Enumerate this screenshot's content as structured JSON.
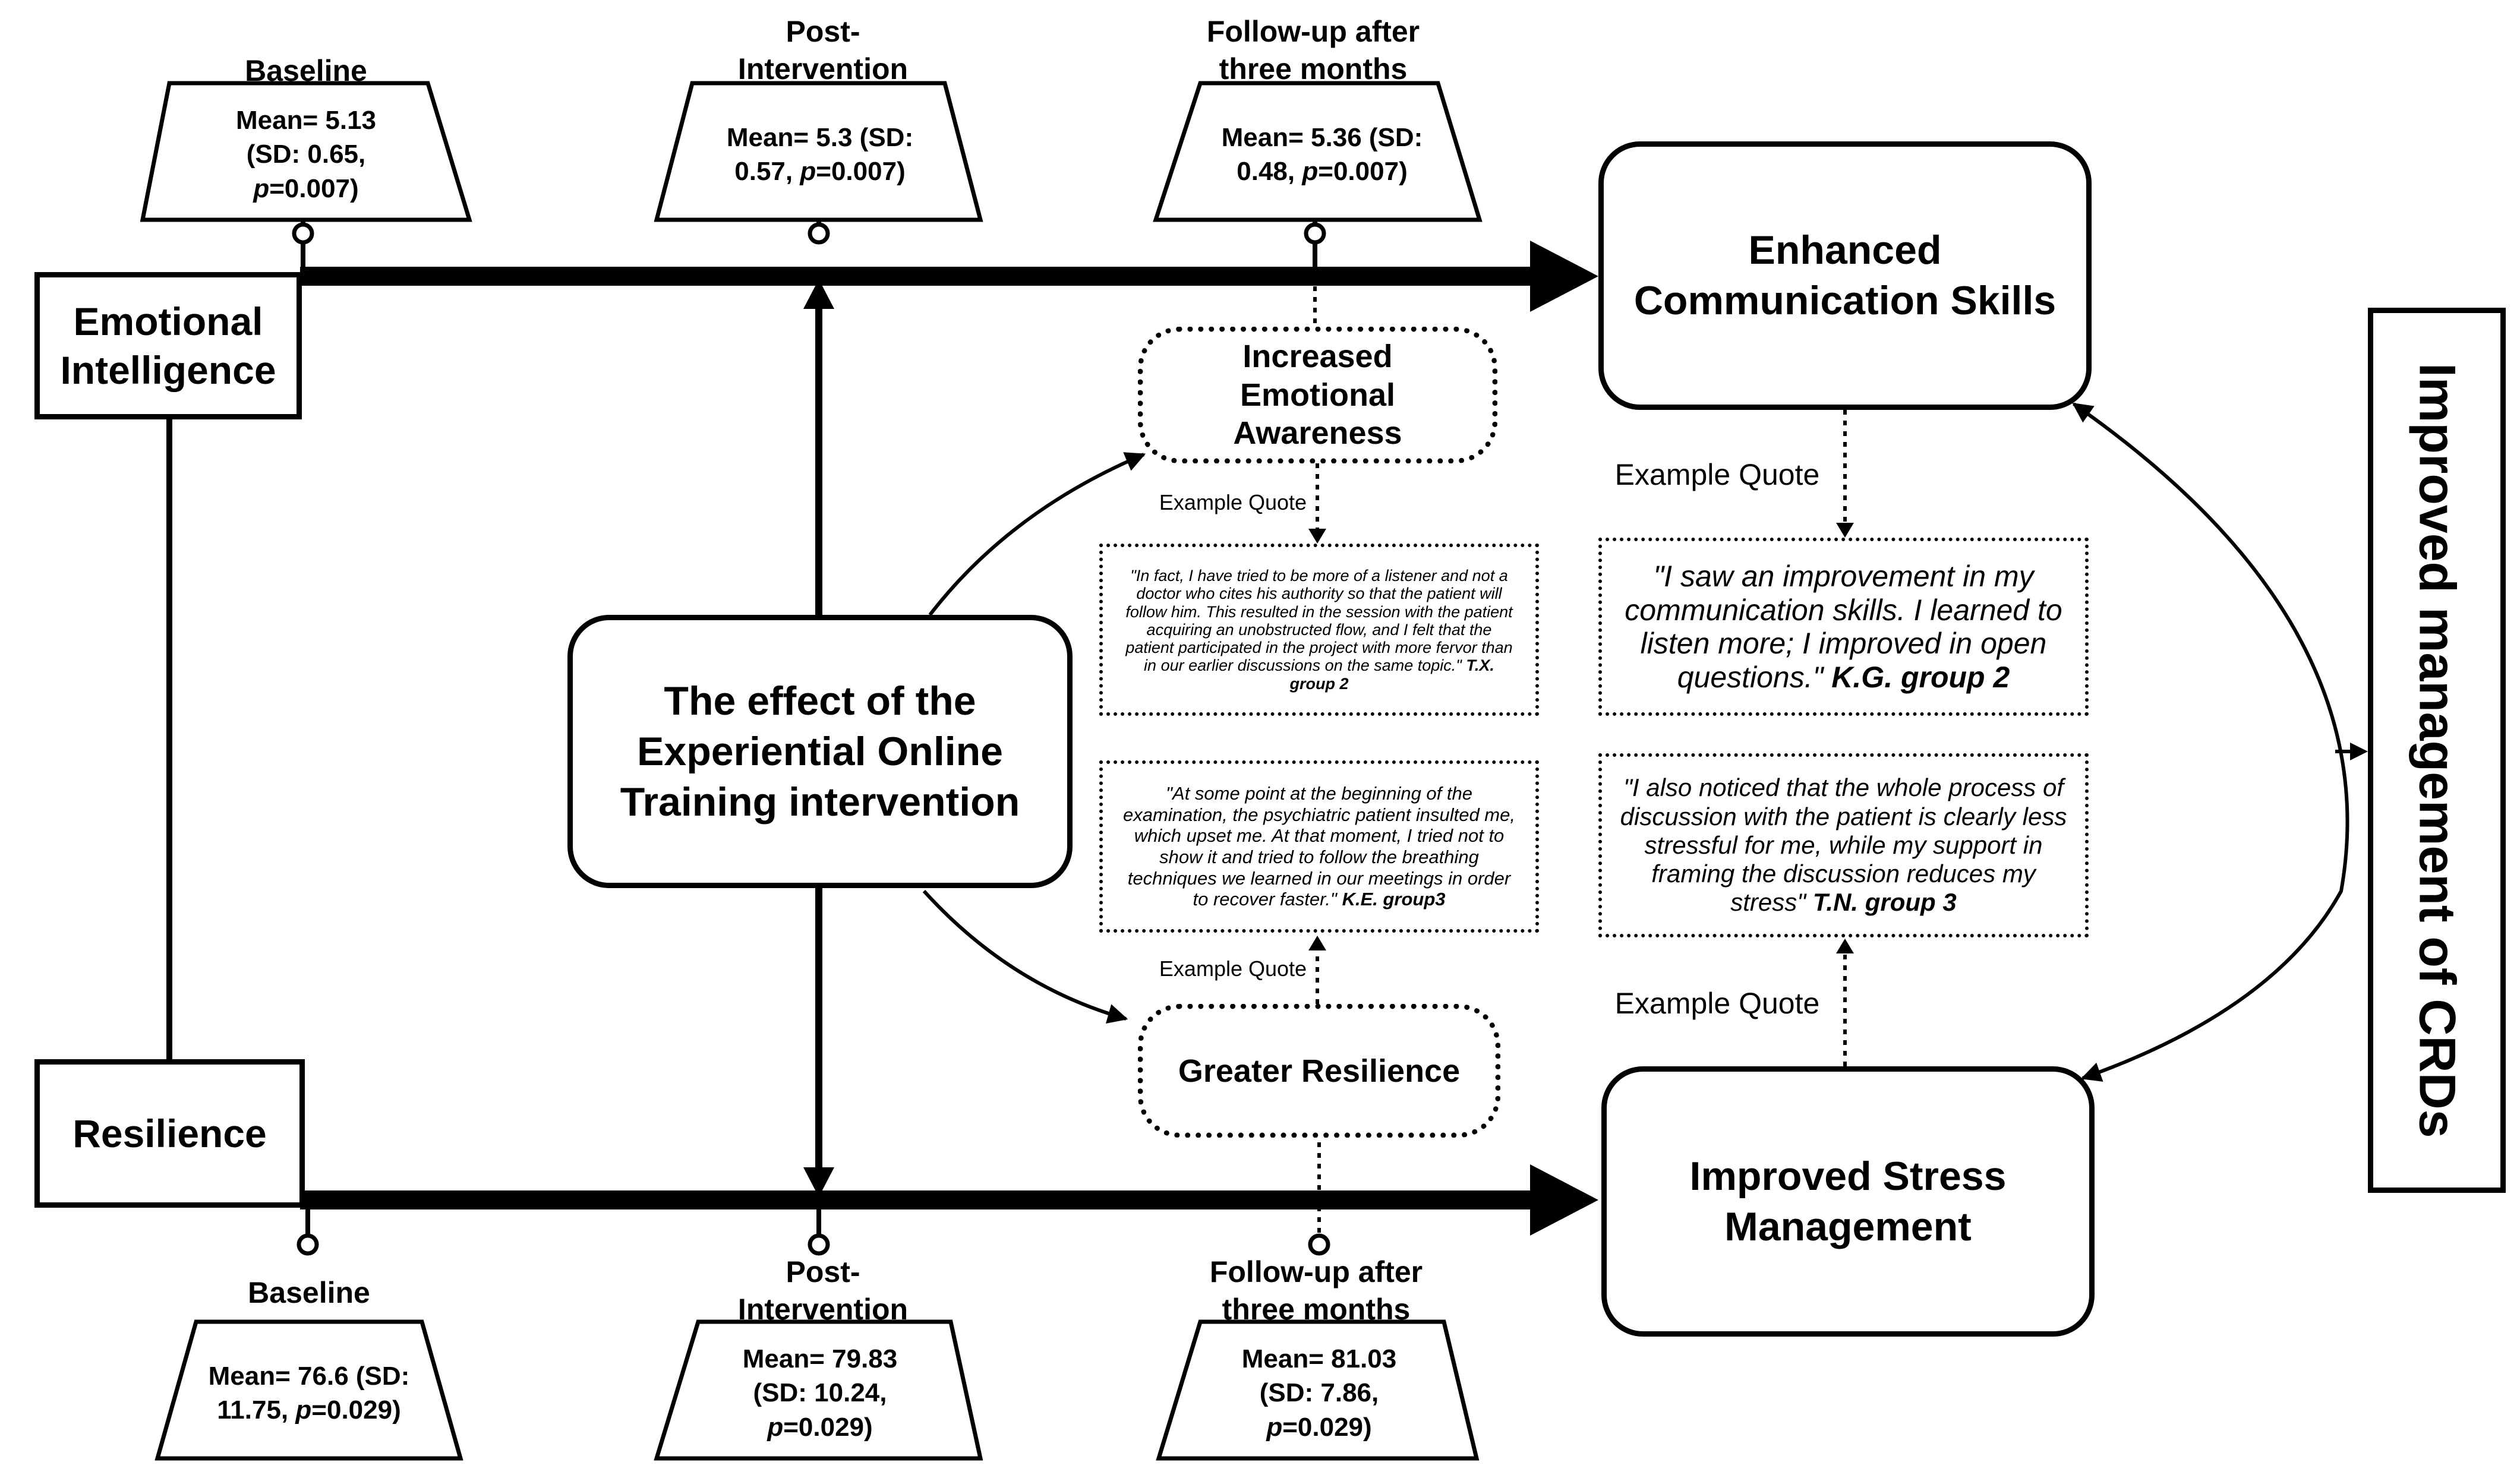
{
  "emotional_intelligence": {
    "label": "Emotional Intelligence",
    "measures": [
      {
        "time": "Baseline",
        "mean": "Mean= 5.13",
        "sd": "(SD: 0.65,",
        "p": "p",
        "pval": "=0.007)"
      },
      {
        "time": "Post-Intervention",
        "mean": "Mean= 5.3 (SD:",
        "sd": "0.57,",
        "p": "p",
        "pval": "=0.007)"
      },
      {
        "time": "Follow-up after three months",
        "mean": "Mean= 5.36 (SD:",
        "sd": "0.48,",
        "p": "p",
        "pval": "=0.007)"
      }
    ]
  },
  "resilience": {
    "label": "Resilience",
    "measures": [
      {
        "time": "Baseline",
        "mean": "Mean= 76.6 (SD:",
        "sd": "11.75,",
        "p": "p",
        "pval": "=0.029)"
      },
      {
        "time": "Post-Intervention",
        "mean": "Mean= 79.83",
        "sd": "(SD: 10.24,",
        "p": "p",
        "pval": "=0.029)"
      },
      {
        "time": "Follow-up after three months",
        "mean": "Mean= 81.03",
        "sd": "(SD: 7.86,",
        "p": "p",
        "pval": "=0.029)"
      }
    ]
  },
  "center": {
    "label": "The effect of the Experiential Online Training intervention"
  },
  "mechanisms": {
    "awareness": "Increased Emotional Awareness",
    "resilience": "Greater Resilience"
  },
  "example_quote_label": "Example Quote",
  "quotes": {
    "tx": {
      "text": "\"In fact, I have tried to be more of a listener and not a doctor who cites his authority so that the patient will follow him. This resulted in the session with the patient acquiring an unobstructed flow, and I felt that the patient participated in the project with more fervor than in our earlier discussions on the same topic.\"",
      "author": "T.X. group 2"
    },
    "ke": {
      "text": "\"At some point at the beginning of the examination, the psychiatric patient insulted me, which upset me. At that moment, I tried not to show it and tried to follow the breathing techniques we learned in our meetings in order to recover faster.\"",
      "author": "K.E. group3"
    },
    "kg": {
      "text": "\"I saw an improvement in my communication skills. I learned to listen more; I improved in open questions.\"",
      "author": "K.G. group 2"
    },
    "tn": {
      "text": "\"I also noticed that the whole process of discussion with the patient is clearly less stressful for me, while my support in framing the discussion reduces my stress\"",
      "author": "T.N. group 3"
    }
  },
  "outcomes": {
    "communication": "Enhanced Communication Skills",
    "stress": "Improved Stress Management",
    "final": "Improved management of CRDs"
  }
}
